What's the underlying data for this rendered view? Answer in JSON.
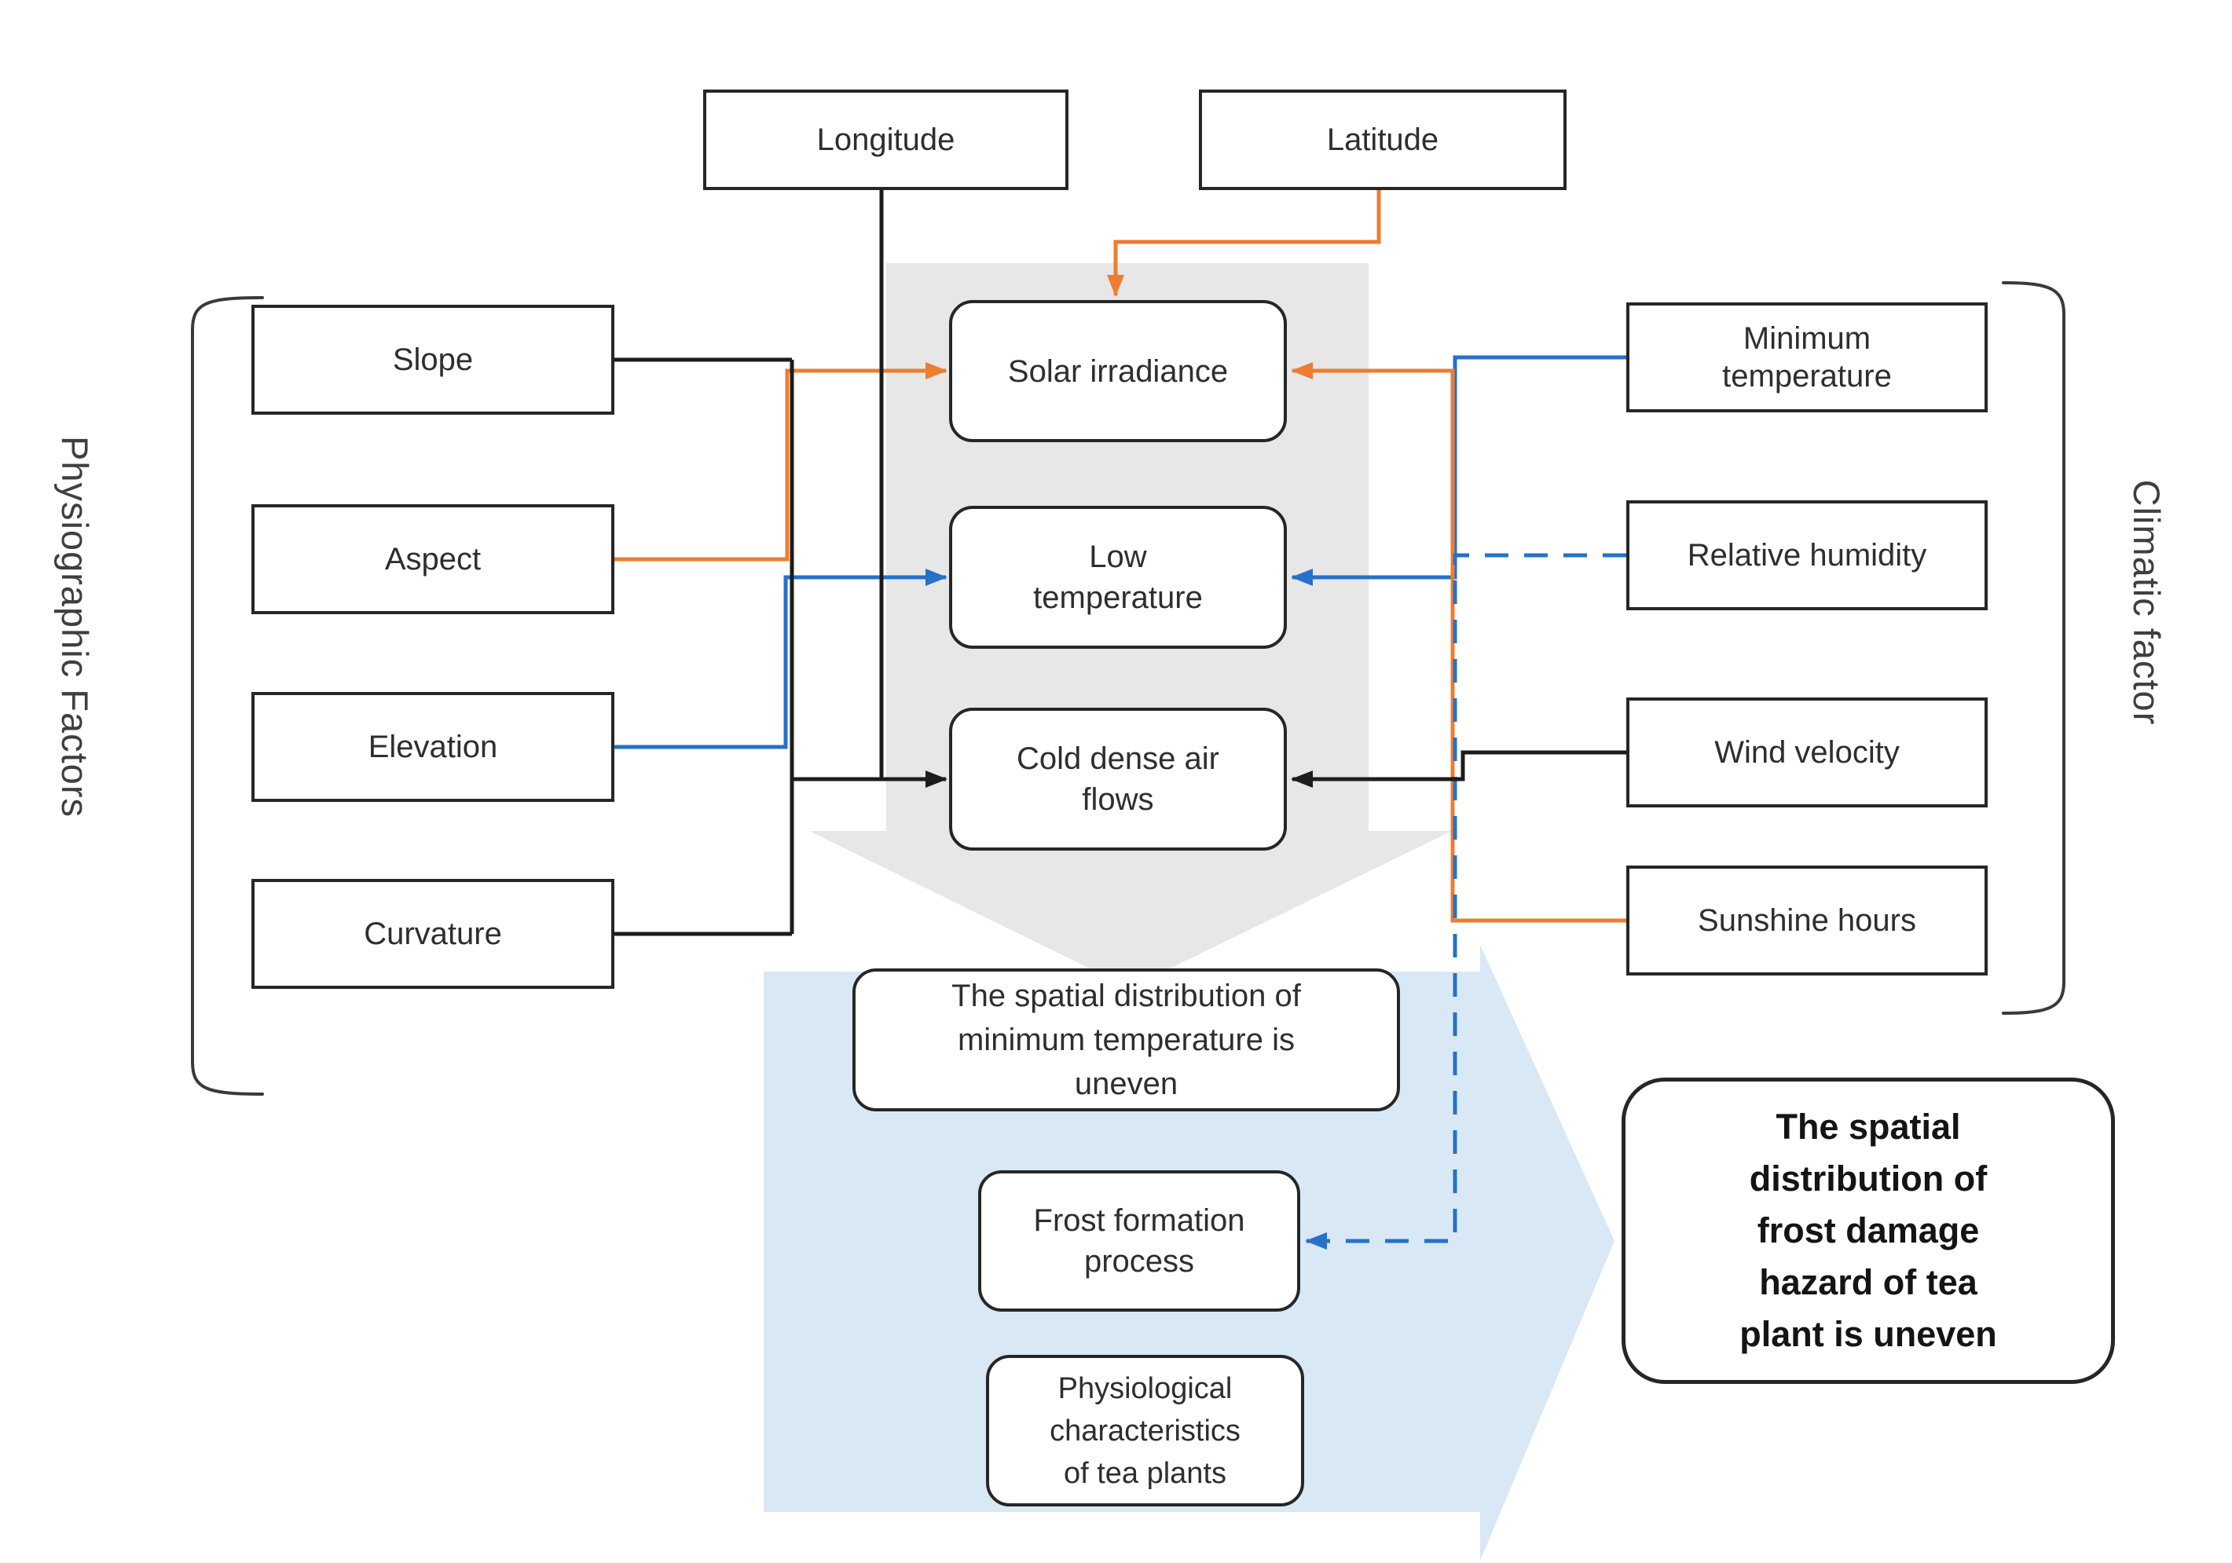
{
  "diagram_title_hidden": "",
  "colors": {
    "orange": "#ED7D31",
    "blue": "#2671C9",
    "black": "#1C1C1C",
    "gray_arrow_fill": "#E7E7E7",
    "light_blue_arrow_fill": "#D9E8F5",
    "box_border": "#262626"
  },
  "side_labels": {
    "left": "Physiographic Factors",
    "right": "Climatic factor"
  },
  "nodes": {
    "longitude": "Longitude",
    "latitude": "Latitude",
    "slope": "Slope",
    "aspect": "Aspect",
    "elevation": "Elevation",
    "curvature": "Curvature",
    "solar": "Solar irradiance",
    "low_temp": {
      "lines": [
        "Low",
        "temperature"
      ]
    },
    "cold_air": {
      "lines": [
        "Cold dense air",
        "flows"
      ]
    },
    "min_temp": {
      "lines": [
        "Minimum",
        "temperature"
      ]
    },
    "rel_humidity": "Relative humidity",
    "wind": "Wind velocity",
    "sunshine": "Sunshine hours",
    "spatial_min_temp": {
      "lines": [
        "The spatial distribution of",
        "minimum temperature is",
        "uneven"
      ]
    },
    "frost": {
      "lines": [
        "Frost formation",
        "process"
      ]
    },
    "physiological": {
      "lines": [
        "Physiological",
        "characteristics",
        "of tea plants"
      ]
    },
    "conclusion": {
      "lines": [
        "The spatial",
        "distribution of",
        "frost damage",
        "hazard of tea",
        "plant is uneven"
      ]
    }
  }
}
